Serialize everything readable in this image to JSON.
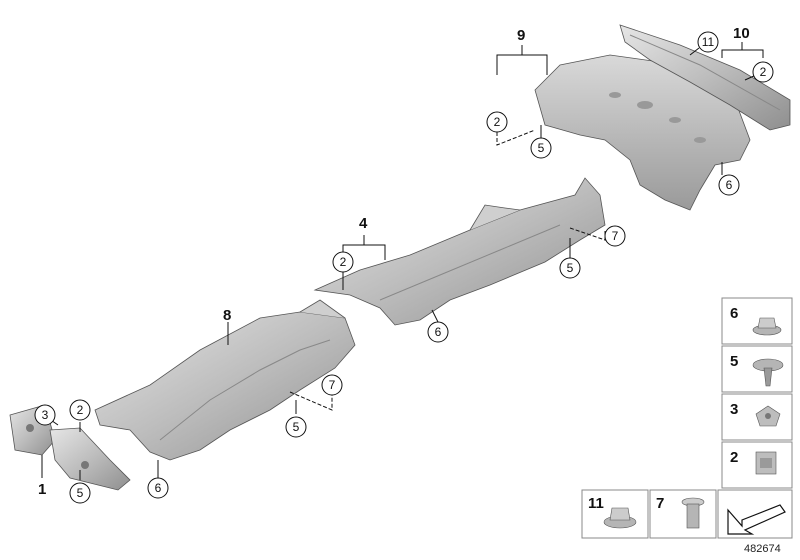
{
  "diagram": {
    "document_number": "482674",
    "part_labels": {
      "p1": "1",
      "p4": "4",
      "p8": "8",
      "p9": "9",
      "p10": "10"
    },
    "callouts": {
      "c3_front": "3",
      "c2_front": "2",
      "c5_front": "5",
      "c6_shield8": "6",
      "c5_shield8": "5",
      "c7_shield8": "7",
      "c2_shield4": "2",
      "c6_shield4": "6",
      "c5_shield4": "5",
      "c7_shield4": "7",
      "c2_shield9": "2",
      "c5_shield9": "5",
      "c6_shield9": "6",
      "c11_shield10": "11",
      "c2_shield10": "2"
    },
    "legend": {
      "item6": "6",
      "item5": "5",
      "item3": "3",
      "item2": "2",
      "item11": "11",
      "item7": "7"
    }
  }
}
